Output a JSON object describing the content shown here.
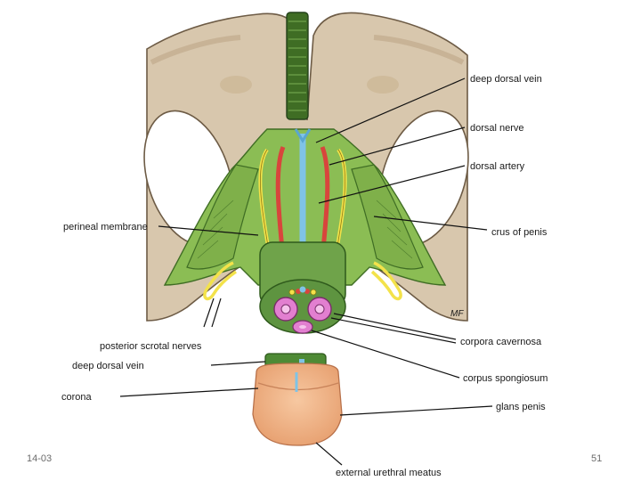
{
  "labels": {
    "deep_dorsal_vein_top": "deep dorsal vein",
    "dorsal_nerve": "dorsal nerve",
    "dorsal_artery": "dorsal artery",
    "perineal_membrane": "perineal membrane",
    "crus_of_penis": "crus of penis",
    "posterior_scrotal_nerves": "posterior scrotal nerves",
    "corpora_cavernosa": "corpora cavernosa",
    "deep_dorsal_vein_bottom": "deep dorsal vein",
    "corpus_spongiosum": "corpus spongiosum",
    "corona": "corona",
    "glans_penis": "glans penis",
    "external_urethral_meatus": "external urethral meatus"
  },
  "signature": "MF",
  "footer": {
    "date": "14-03",
    "page": "51"
  },
  "colors": {
    "bone": "#d8c7ad",
    "bone_shade": "#c9b28f",
    "muscle_green": "#7fb04a",
    "muscle_dark": "#4f7f2a",
    "artery_red": "#d8453c",
    "nerve_yellow": "#f3e24a",
    "vein_blue": "#7fc3e6",
    "cavernosa_pink": "#e27fd0",
    "glans_skin": "#f2b98f"
  }
}
